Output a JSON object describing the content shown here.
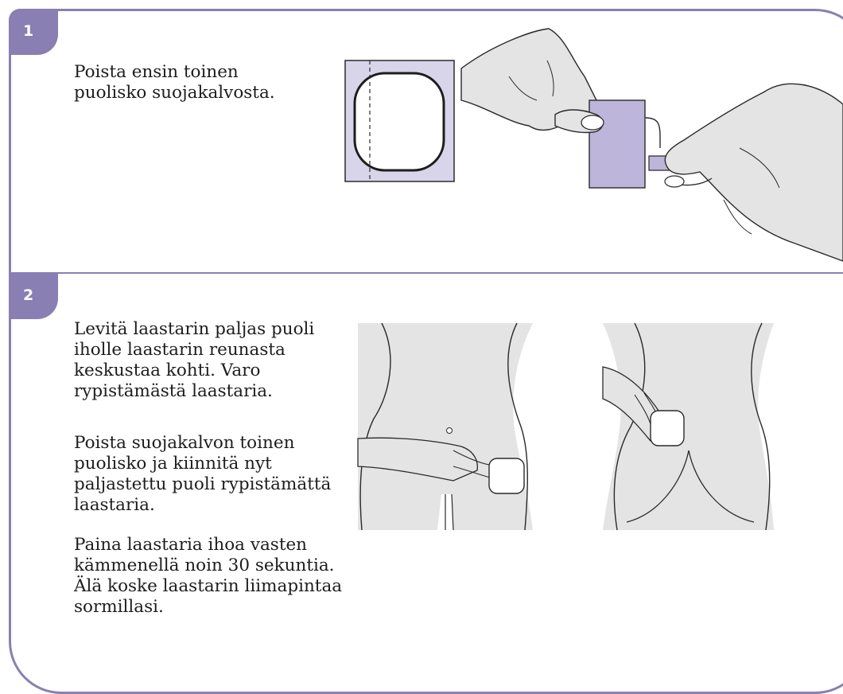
{
  "steps": [
    {
      "number": "1",
      "paragraphs": [
        "Poista ensin toinen\npuolisko suojakalvosta."
      ]
    },
    {
      "number": "2",
      "paragraphs": [
        "Levitä laastarin paljas puoli\niholle laastarin reunasta\nkeskustaa kohti. Varo\nrypistämästä laastaria.",
        "Poista suojakalvon toinen\npuolisko ja kiinnitä nyt\npaljastettu puoli rypistämättä\nlaastaria.",
        "Paina laastaria ihoa vasten\nkämmenellä noin 30 sekuntia.\nÄlä koske laastarin liimapintaa\nsormillasi."
      ]
    }
  ],
  "colors": {
    "accent": "#8a7fb3",
    "film": "#d8d5ea",
    "film_dark": "#bdb5da",
    "skin": "#e4e4e4",
    "outline": "#2a2a2a"
  },
  "icons": [
    "patch-with-film-icon",
    "hands-peeling-film-icon",
    "front-abdomen-application-icon",
    "back-buttock-application-icon"
  ]
}
